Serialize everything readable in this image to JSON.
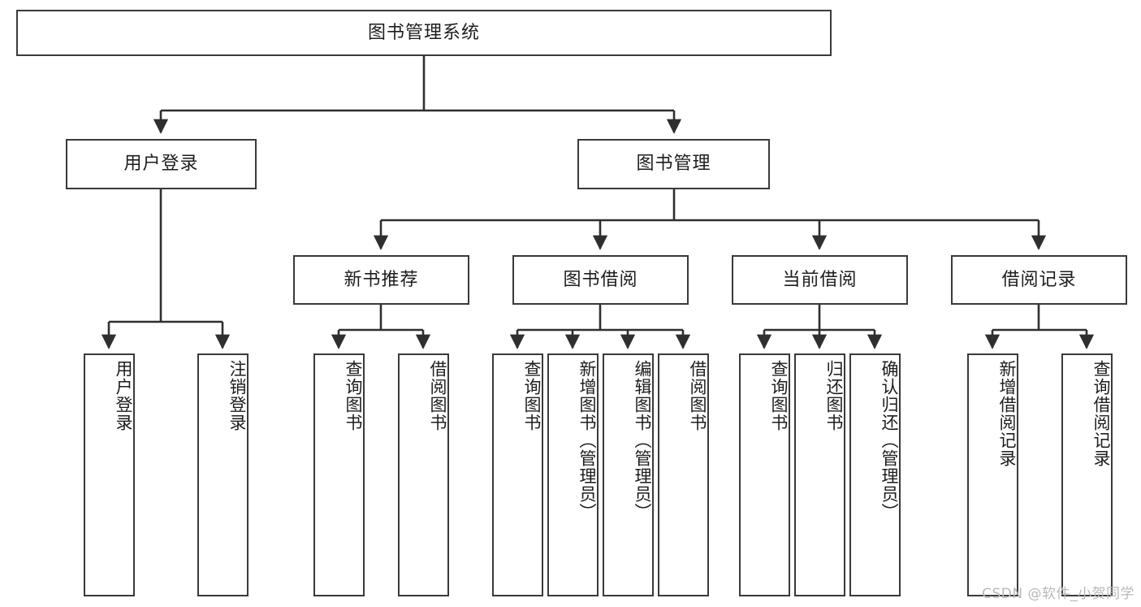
{
  "diagram": {
    "title": "图书管理系统",
    "type": "tree-hierarchy",
    "watermark": "CSDN @软件_小贺同学",
    "colors": {
      "box_border": "#3a3a3a",
      "box_fill": "#ffffff",
      "edge": "#2f2f2f",
      "text": "#1d1d1d",
      "watermark": "#b9b9b9"
    },
    "root": {
      "label": "图书管理系统"
    },
    "level2": [
      {
        "label": "用户登录"
      },
      {
        "label": "图书管理"
      }
    ],
    "level3": [
      {
        "label": "新书推荐"
      },
      {
        "label": "图书借阅"
      },
      {
        "label": "当前借阅"
      },
      {
        "label": "借阅记录"
      }
    ],
    "leaves": {
      "user_login": [
        {
          "label": "用户登录"
        },
        {
          "label": "注销登录"
        }
      ],
      "new_book_recommend": [
        {
          "label": "查询图书"
        },
        {
          "label": "借阅图书"
        }
      ],
      "book_borrow": [
        {
          "label": "查询图书"
        },
        {
          "label": "新增图书（管理员）"
        },
        {
          "label": "编辑图书（管理员）"
        },
        {
          "label": "借阅图书"
        }
      ],
      "current_borrow": [
        {
          "label": "查询图书"
        },
        {
          "label": "归还图书"
        },
        {
          "label": "确认归还（管理员）"
        }
      ],
      "borrow_records": [
        {
          "label": "新增借阅记录"
        },
        {
          "label": "查询借阅记录"
        }
      ]
    }
  }
}
